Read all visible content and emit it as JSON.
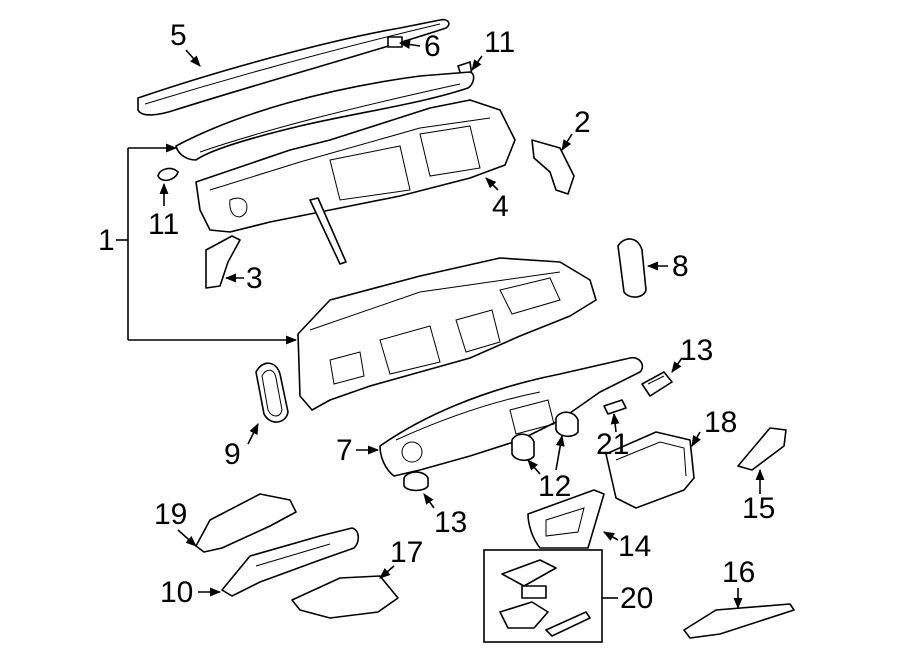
{
  "callouts": {
    "c1": "1",
    "c2": "2",
    "c3": "3",
    "c4": "4",
    "c5": "5",
    "c6": "6",
    "c7": "7",
    "c8": "8",
    "c9": "9",
    "c10": "10",
    "c11a": "11",
    "c11b": "11",
    "c12": "12",
    "c13a": "13",
    "c13b": "13",
    "c14": "14",
    "c15": "15",
    "c16": "16",
    "c17": "17",
    "c18": "18",
    "c19": "19",
    "c20": "20",
    "c21": "21"
  }
}
